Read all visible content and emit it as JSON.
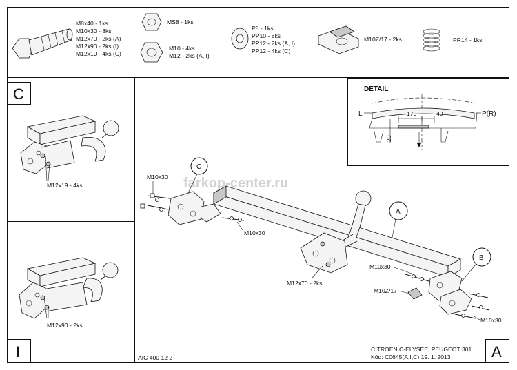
{
  "parts": {
    "bolt": [
      "M8x40 - 1ks",
      "M10x30 - 8ks",
      "M12x70 - 2ks (A)",
      "M12x90 - 2ks (I)",
      "M12x19 - 4ks (C)"
    ],
    "nut_top": [
      "MS8 - 1ks"
    ],
    "nut_bottom": [
      "M10 - 4ks",
      "M12 - 2ks (A, I)"
    ],
    "washer": [
      "P8 - 1ks",
      "PP10 - 8ks",
      "PP12 - 2ks (A, I)",
      "PP12 - 4ks (C)"
    ],
    "clip": [
      "M10Z/17 - 2ks"
    ],
    "spring": [
      "PR14 - 1ks"
    ]
  },
  "variant_c": {
    "letter": "C",
    "bolt_label": "M12x19 - 4ks"
  },
  "variant_i": {
    "letter": "I",
    "bolt_label": "M12x90 - 2ks"
  },
  "detail": {
    "title": "DETAIL",
    "left": "L",
    "right": "P(R)",
    "dim1": "170",
    "dim2": "40",
    "dim3": "20"
  },
  "main": {
    "callout_c": "C",
    "callout_a": "A",
    "callout_b": "B",
    "m10x30_tl": "M10x30",
    "m10x30_c": "M10x30",
    "m12x70": "M12x70 - 2ks",
    "m10x30_r": "M10x30",
    "m10z17": "M10Z/17",
    "m10x30_br": "M10x30"
  },
  "watermark": "farkop-center.ru",
  "footer": {
    "code": "AIC 400 12 2",
    "vehicle": "CITROEN C-ELYSÉE, PEUGEOT 301",
    "kod": "Kód: C0645(A,I,C)  19. 1. 2013",
    "letter_a": "A"
  },
  "colors": {
    "line": "#111111",
    "fill": "#f4f4f4",
    "watermark": "#d2d2d2"
  }
}
